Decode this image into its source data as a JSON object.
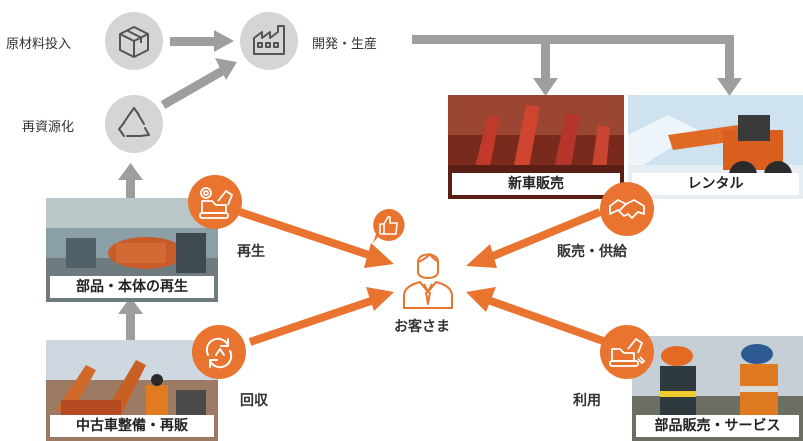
{
  "nodes": {
    "raw_input": "原材料投入",
    "dev_production": "開発・生産",
    "recycling": "再資源化",
    "new_sales": "新車販売",
    "rental": "レンタル",
    "parts_body_regen": "部品・本体の再生",
    "used_maintenance": "中古車整備・再販",
    "customer": "お客さま",
    "parts_service": "部品販売・サービス"
  },
  "edges": {
    "regeneration": "再生",
    "sales_supply": "販売・供給",
    "collection": "回収",
    "usage": "利用"
  },
  "colors": {
    "accent_orange": "#e8742f",
    "arrow_gray": "#9e9e9e",
    "circle_gray": "#d5d5d5"
  },
  "icons": {
    "raw_input": "box-icon",
    "dev_production": "factory-icon",
    "recycling": "recycle-icon",
    "regeneration": "gear-excavator-icon",
    "sales_supply": "handshake-icon",
    "collection": "refresh-icon",
    "usage": "wrench-excavator-icon",
    "customer": "person-icon",
    "satisfaction": "thumbs-up-icon"
  }
}
